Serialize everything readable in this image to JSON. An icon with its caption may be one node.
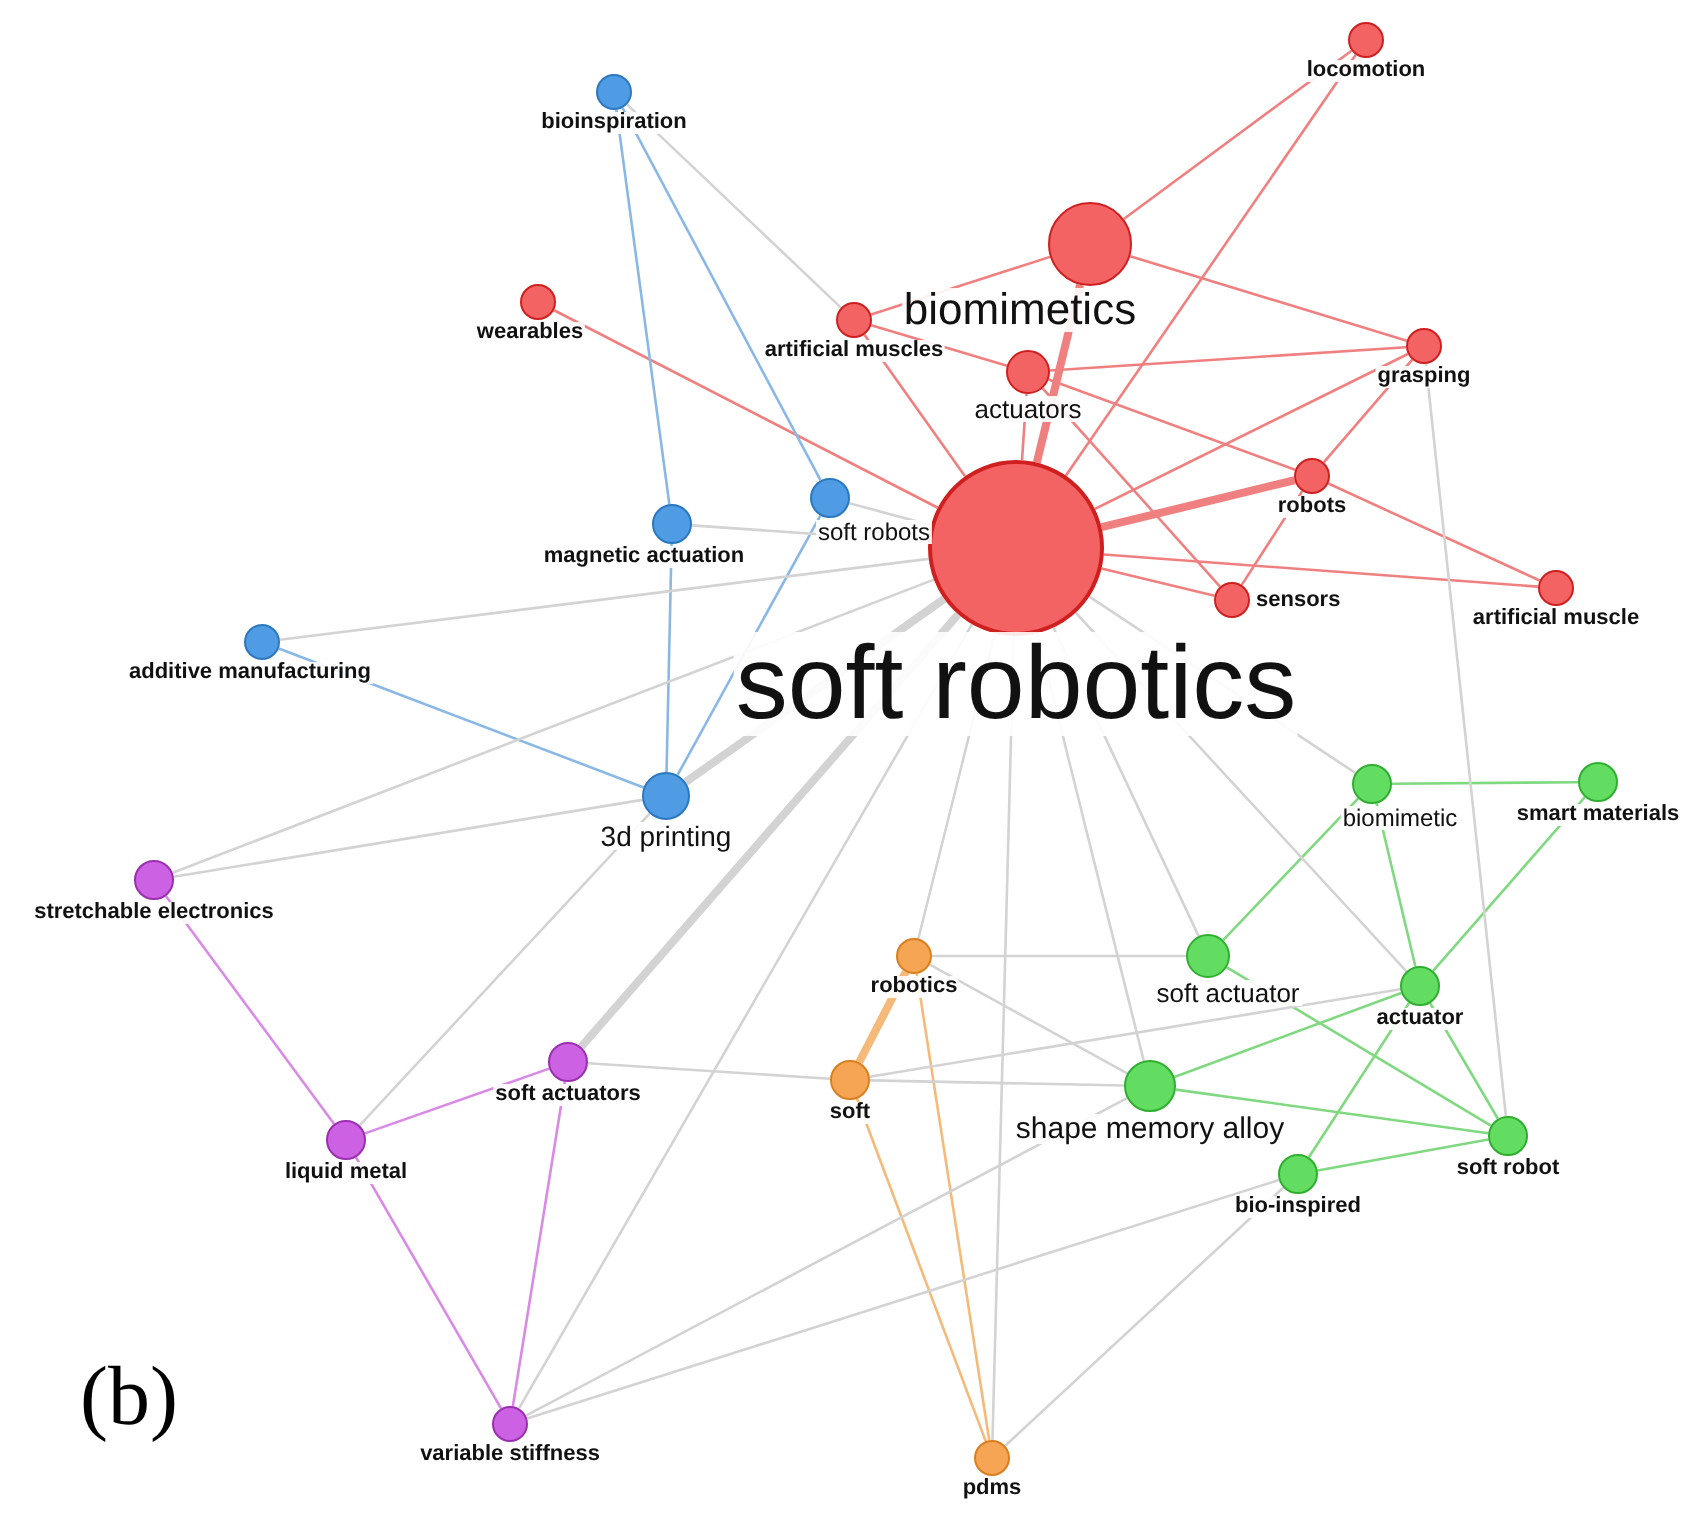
{
  "diagram": {
    "nodes": [
      {
        "text": [
          "locomotion"
        ]
      },
      {
        "text": [
          "bioinspiration"
        ]
      },
      {
        "text": [
          "biomimetics"
        ]
      },
      {
        "text": [
          "wearables"
        ]
      },
      {
        "text": [
          "artificial muscles"
        ]
      },
      {
        "text": [
          "grasping"
        ]
      },
      {
        "text": [
          "actuators"
        ]
      },
      {
        "text": [
          "robots"
        ]
      },
      {
        "text": [
          "magnetic actuation"
        ]
      },
      {
        "text": [
          "soft robots"
        ]
      },
      {
        "text": [
          "soft robotics"
        ]
      },
      {
        "text": [
          "sensors"
        ]
      },
      {
        "text": [
          "artificial muscle"
        ]
      },
      {
        "text": [
          "additive manufacturing"
        ]
      },
      {
        "text": [
          "3d printing"
        ]
      },
      {
        "text": [
          "biomimetic"
        ]
      },
      {
        "text": [
          "smart materials"
        ]
      },
      {
        "text": [
          "stretchable electronics"
        ]
      },
      {
        "text": [
          "robotics"
        ]
      },
      {
        "text": [
          "soft actuator"
        ]
      },
      {
        "text": [
          "actuator"
        ]
      },
      {
        "text": [
          "soft actuators"
        ]
      },
      {
        "text": [
          "soft"
        ]
      },
      {
        "text": [
          "shape memory alloy"
        ]
      },
      {
        "text": [
          "liquid metal"
        ]
      },
      {
        "text": [
          "soft robot"
        ]
      },
      {
        "text": [
          "bio-inspired"
        ]
      },
      {
        "text": [
          "variable stiffness"
        ]
      },
      {
        "text": [
          "pdms"
        ]
      }
    ],
    "edges": [
      {
        "from": 10,
        "to": 2,
        "arrow": "none",
        "style": "thick",
        "color": "#f08080"
      },
      {
        "from": 10,
        "to": 0,
        "arrow": "none",
        "color": "#f08080"
      },
      {
        "from": 2,
        "to": 0,
        "arrow": "none",
        "color": "#f08080"
      },
      {
        "from": 2,
        "to": 4,
        "arrow": "none",
        "color": "#f08080"
      },
      {
        "from": 2,
        "to": 5,
        "arrow": "none",
        "color": "#f08080"
      },
      {
        "from": 10,
        "to": 3,
        "arrow": "none",
        "color": "#f08080"
      },
      {
        "from": 4,
        "to": 6,
        "arrow": "none",
        "color": "#f08080"
      },
      {
        "from": 4,
        "to": 10,
        "arrow": "none",
        "color": "#f08080"
      },
      {
        "from": 6,
        "to": 5,
        "arrow": "none",
        "color": "#f08080"
      },
      {
        "from": 6,
        "to": 7,
        "arrow": "none",
        "color": "#f08080"
      },
      {
        "from": 6,
        "to": 10,
        "arrow": "none",
        "color": "#f08080"
      },
      {
        "from": 6,
        "to": 11,
        "arrow": "none",
        "color": "#f08080"
      },
      {
        "from": 10,
        "to": 5,
        "arrow": "none",
        "color": "#f08080"
      },
      {
        "from": 10,
        "to": 7,
        "arrow": "none",
        "style": "thick",
        "color": "#f08080"
      },
      {
        "from": 10,
        "to": 12,
        "arrow": "none",
        "color": "#f08080"
      },
      {
        "from": 10,
        "to": 11,
        "arrow": "none",
        "color": "#f08080"
      },
      {
        "from": 7,
        "to": 5,
        "arrow": "none",
        "color": "#f08080"
      },
      {
        "from": 7,
        "to": 12,
        "arrow": "none",
        "color": "#f08080"
      },
      {
        "from": 7,
        "to": 11,
        "arrow": "none",
        "color": "#f08080"
      },
      {
        "from": 1,
        "to": 8,
        "arrow": "none",
        "color": "#8ab8e6"
      },
      {
        "from": 1,
        "to": 9,
        "arrow": "none",
        "color": "#8ab8e6"
      },
      {
        "from": 13,
        "to": 14,
        "arrow": "none",
        "color": "#8ab8e6"
      },
      {
        "from": 8,
        "to": 14,
        "arrow": "none",
        "color": "#8ab8e6"
      },
      {
        "from": 9,
        "to": 14,
        "arrow": "none",
        "color": "#8ab8e6"
      },
      {
        "from": 17,
        "to": 24,
        "arrow": "none",
        "color": "#d98ae6"
      },
      {
        "from": 24,
        "to": 21,
        "arrow": "none",
        "color": "#d98ae6"
      },
      {
        "from": 24,
        "to": 27,
        "arrow": "none",
        "color": "#d98ae6"
      },
      {
        "from": 21,
        "to": 27,
        "arrow": "none",
        "color": "#d98ae6"
      },
      {
        "from": 18,
        "to": 22,
        "arrow": "none",
        "style": "thick",
        "color": "#f5b97a"
      },
      {
        "from": 18,
        "to": 28,
        "arrow": "none",
        "color": "#f5b97a"
      },
      {
        "from": 22,
        "to": 28,
        "arrow": "none",
        "color": "#f5b97a"
      },
      {
        "from": 15,
        "to": 16,
        "arrow": "none",
        "color": "#80d980"
      },
      {
        "from": 15,
        "to": 19,
        "arrow": "none",
        "color": "#80d980"
      },
      {
        "from": 15,
        "to": 20,
        "arrow": "none",
        "color": "#80d980"
      },
      {
        "from": 16,
        "to": 20,
        "arrow": "none",
        "color": "#80d980"
      },
      {
        "from": 19,
        "to": 25,
        "arrow": "none",
        "color": "#80d980"
      },
      {
        "from": 20,
        "to": 23,
        "arrow": "none",
        "color": "#80d980"
      },
      {
        "from": 20,
        "to": 25,
        "arrow": "none",
        "color": "#80d980"
      },
      {
        "from": 20,
        "to": 26,
        "arrow": "none",
        "color": "#80d980"
      },
      {
        "from": 23,
        "to": 25,
        "arrow": "none",
        "color": "#80d980"
      },
      {
        "from": 26,
        "to": 25,
        "arrow": "none",
        "color": "#80d980"
      },
      {
        "from": 10,
        "to": 14,
        "arrow": "none",
        "style": "thick",
        "color": "#d3d3d3"
      },
      {
        "from": 10,
        "to": 21,
        "arrow": "none",
        "style": "thick",
        "color": "#d3d3d3"
      },
      {
        "from": 10,
        "to": 27,
        "arrow": "none",
        "color": "#d3d3d3"
      },
      {
        "from": 10,
        "to": 18,
        "arrow": "none",
        "color": "#d3d3d3"
      },
      {
        "from": 10,
        "to": 23,
        "arrow": "none",
        "color": "#d3d3d3"
      },
      {
        "from": 10,
        "to": 19,
        "arrow": "none",
        "color": "#d3d3d3"
      },
      {
        "from": 10,
        "to": 20,
        "arrow": "none",
        "color": "#d3d3d3"
      },
      {
        "from": 10,
        "to": 15,
        "arrow": "none",
        "color": "#d3d3d3"
      },
      {
        "from": 10,
        "to": 17,
        "arrow": "none",
        "color": "#d3d3d3"
      },
      {
        "from": 10,
        "to": 13,
        "arrow": "none",
        "color": "#d3d3d3"
      },
      {
        "from": 10,
        "to": 8,
        "arrow": "none",
        "color": "#d3d3d3"
      },
      {
        "from": 10,
        "to": 9,
        "arrow": "none",
        "color": "#d3d3d3"
      },
      {
        "from": 1,
        "to": 4,
        "arrow": "none",
        "color": "#d3d3d3"
      },
      {
        "from": 24,
        "to": 14,
        "arrow": "none",
        "color": "#d3d3d3"
      },
      {
        "from": 10,
        "to": 28,
        "arrow": "none",
        "color": "#d3d3d3"
      },
      {
        "from": 17,
        "to": 14,
        "arrow": "none",
        "color": "#d3d3d3"
      },
      {
        "from": 21,
        "to": 22,
        "arrow": "none",
        "color": "#d3d3d3"
      },
      {
        "from": 22,
        "to": 20,
        "arrow": "none",
        "color": "#d3d3d3"
      },
      {
        "from": 22,
        "to": 23,
        "arrow": "none",
        "color": "#d3d3d3"
      },
      {
        "from": 18,
        "to": 19,
        "arrow": "none",
        "color": "#d3d3d3"
      },
      {
        "from": 18,
        "to": 23,
        "arrow": "none",
        "color": "#d3d3d3"
      },
      {
        "from": 28,
        "to": 26,
        "arrow": "none",
        "color": "#d3d3d3"
      },
      {
        "from": 27,
        "to": 26,
        "arrow": "none",
        "color": "#d3d3d3"
      },
      {
        "from": 27,
        "to": 23,
        "arrow": "none",
        "color": "#d3d3d3"
      },
      {
        "from": 5,
        "to": 25,
        "arrow": "none",
        "color": "#d3d3d3"
      }
    ],
    "labels": [
      "(b)"
    ]
  }
}
